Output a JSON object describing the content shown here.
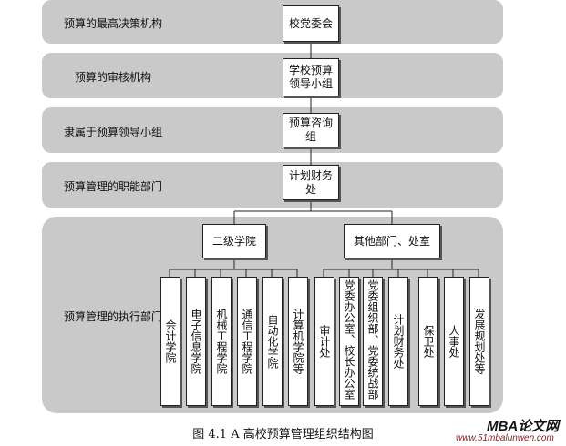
{
  "levels": [
    {
      "label": "预算的最高决策机构",
      "box": "校党委会"
    },
    {
      "label": "预算的审核机构",
      "box": "学校预算领导小组"
    },
    {
      "label": "隶属于预算领导小组",
      "box": "预算咨询组"
    },
    {
      "label": "预算管理的职能部门",
      "box": "计划财务处"
    }
  ],
  "execution": {
    "label": "预算管理的执行部门",
    "group_left": "二级学院",
    "group_right": "其他部门、处室",
    "left_items": [
      "会计学院",
      "电子信息学院",
      "机械工程学院",
      "通信工程学院",
      "自动化学院",
      "计算机学院等"
    ],
    "right_items": [
      "审计处",
      "党委办公室、校长办公室",
      "党委组织部、党委统战部",
      "计划财务处",
      "保卫处",
      "人事处",
      "发展规划处等"
    ]
  },
  "caption": "图 4.1 A 高校预算管理组织结构图",
  "watermark": {
    "main": "MBA论文网",
    "sub": "www.51mbalunwen.com"
  },
  "colors": {
    "band": "#c9c9c9",
    "box_border": "#222222",
    "watermark_sub": "#8a1c1c"
  }
}
